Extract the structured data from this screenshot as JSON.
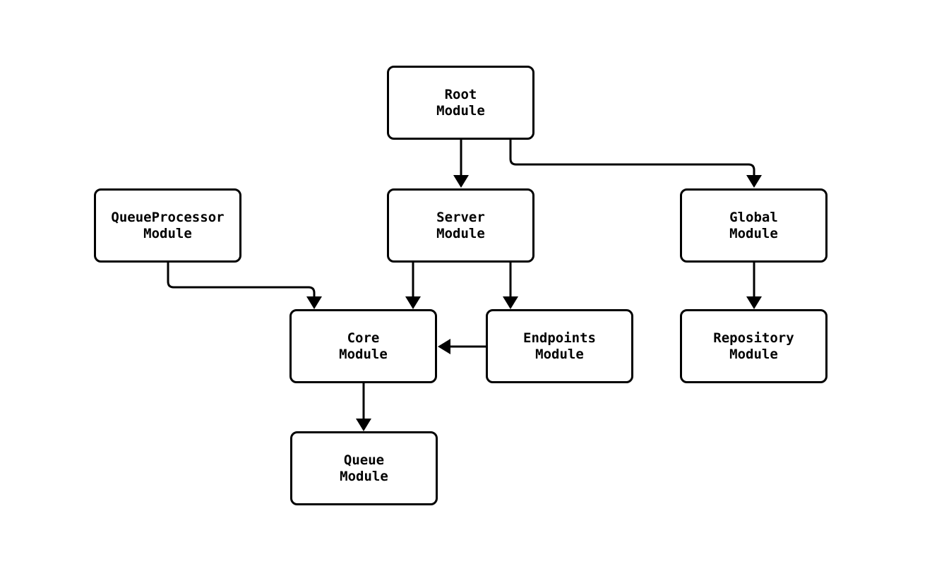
{
  "diagram": {
    "type": "module-dependency-graph",
    "background_color": "#ffffff",
    "stroke_color": "#000000",
    "nodes": {
      "root": {
        "label": "Root\nModule"
      },
      "queueprocessor": {
        "label": "QueueProcessor\nModule"
      },
      "server": {
        "label": "Server\nModule"
      },
      "global": {
        "label": "Global\nModule"
      },
      "core": {
        "label": "Core\nModule"
      },
      "endpoints": {
        "label": "Endpoints\nModule"
      },
      "repository": {
        "label": "Repository\nModule"
      },
      "queue": {
        "label": "Queue\nModule"
      }
    },
    "edges": [
      {
        "from": "Root Module",
        "to": "Server Module"
      },
      {
        "from": "Root Module",
        "to": "Global Module"
      },
      {
        "from": "QueueProcessor Module",
        "to": "Core Module"
      },
      {
        "from": "Server Module",
        "to": "Core Module"
      },
      {
        "from": "Server Module",
        "to": "Endpoints Module"
      },
      {
        "from": "Endpoints Module",
        "to": "Core Module"
      },
      {
        "from": "Global Module",
        "to": "Repository Module"
      },
      {
        "from": "Core Module",
        "to": "Queue Module"
      }
    ]
  }
}
